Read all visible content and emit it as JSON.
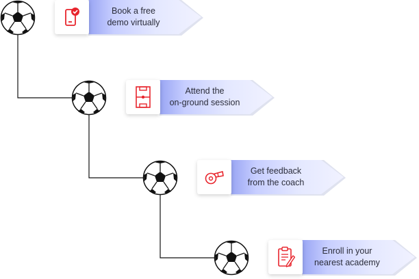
{
  "steps": [
    {
      "line1": "Book a free",
      "line2": "demo virtually",
      "icon": "phone-check-icon"
    },
    {
      "line1": "Attend the",
      "line2": "on-ground session",
      "icon": "football-field-icon"
    },
    {
      "line1": "Get feedback",
      "line2": "from the coach",
      "icon": "whistle-icon"
    },
    {
      "line1": "Enroll in your",
      "line2": "nearest academy",
      "icon": "clipboard-pencil-icon"
    }
  ],
  "colors": {
    "accent": "#e8242c",
    "ribbon": "#c7ceff",
    "line": "#111111"
  }
}
